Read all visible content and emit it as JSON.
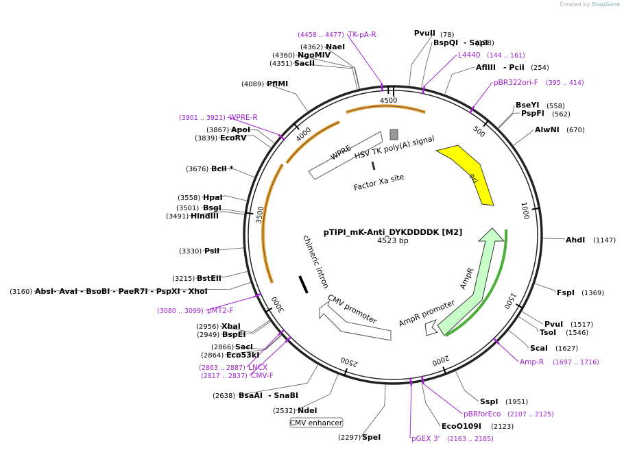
{
  "credit": {
    "created_by": "Created by",
    "brand": "SnapGene"
  },
  "plasmid": {
    "name": "pTIPI_mK-Anti_DYKDDDDK [M2]",
    "size": "4523 bp"
  },
  "ticks": [
    "500",
    "1000",
    "1500",
    "2000",
    "2500",
    "3000",
    "3500",
    "4000",
    "4500"
  ],
  "features": {
    "tk_pa": "HSV TK poly(A) signal",
    "factor_xa": "Factor Xa site",
    "ori": "ori",
    "wpre": "WPRE",
    "chimeric_intron": "chimeric intron",
    "cmv_promoter": "CMV promoter",
    "ampr_promoter": "AmpR promoter",
    "ampr": "AmpR",
    "cmv_enhancer": "CMV enhancer"
  },
  "sites": [
    {
      "name": "PvuII",
      "coord": "(78)"
    },
    {
      "name": "BspQI",
      "sep": "- SapI",
      "coord": "(138)"
    },
    {
      "name": "AflIII",
      "sep": "- PciI",
      "coord": "(254)"
    },
    {
      "name": "BseYI",
      "coord": "(558)"
    },
    {
      "name": "PspFI",
      "coord": "(562)"
    },
    {
      "name": "AlwNI",
      "coord": "(670)"
    },
    {
      "name": "AhdI",
      "coord": "(1147)"
    },
    {
      "name": "FspI",
      "coord": "(1369)"
    },
    {
      "name": "PvuI",
      "coord": "(1517)"
    },
    {
      "name": "TsoI",
      "coord": "(1546)"
    },
    {
      "name": "ScaI",
      "coord": "(1627)"
    },
    {
      "name": "SspI",
      "coord": "(1951)"
    },
    {
      "name": "EcoO109I",
      "coord": "(2123)"
    },
    {
      "name": "SpeI",
      "coord": "(2297)"
    },
    {
      "name": "NdeI",
      "coord": "(2532)"
    },
    {
      "name": "BsaAI",
      "sep": "- SnaBI",
      "coord": "(2638)"
    },
    {
      "name": "Eco53kI",
      "coord": "(2864)"
    },
    {
      "name": "SacI",
      "coord": "(2866)"
    },
    {
      "name": "BspEI",
      "coord": "(2949)"
    },
    {
      "name": "XbaI",
      "coord": "(2956)"
    },
    {
      "name": "AbsI",
      "sep": "- AvaI - BsoBI - PaeR7I - PspXI - XhoI",
      "coord": "(3160)"
    },
    {
      "name": "BstEII",
      "coord": "(3215)"
    },
    {
      "name": "PsiI",
      "coord": "(3330)"
    },
    {
      "name": "HindIII",
      "coord": "(3491)"
    },
    {
      "name": "BsgI",
      "coord": "(3501)"
    },
    {
      "name": "HpaI",
      "coord": "(3558)"
    },
    {
      "name": "BclI *",
      "coord": "(3676)"
    },
    {
      "name": "EcoRV",
      "coord": "(3839)"
    },
    {
      "name": "ApoI",
      "coord": "(3867)"
    },
    {
      "name": "PflMI",
      "coord": "(4089)"
    },
    {
      "name": "SacII",
      "coord": "(4351)"
    },
    {
      "name": "NgoMIV",
      "coord": "(4360)"
    },
    {
      "name": "NaeI",
      "coord": "(4362)"
    }
  ],
  "primers": [
    {
      "name": "TK-pA-R",
      "coord": "(4458 .. 4477)"
    },
    {
      "name": "L4440",
      "coord": "(144 .. 161)"
    },
    {
      "name": "pBR322ori-F",
      "coord": "(395 .. 414)"
    },
    {
      "name": "Amp-R",
      "coord": "(1697 .. 1716)"
    },
    {
      "name": "pBRforEco",
      "coord": "(2107 .. 2125)"
    },
    {
      "name": "pGEX 3'",
      "coord": "(2163 .. 2185)"
    },
    {
      "name": "CMV-F",
      "coord": "(2817 .. 2837)"
    },
    {
      "name": "LNCX",
      "coord": "(2863 .. 2887)"
    },
    {
      "name": "pMT2-F",
      "coord": "(3080 .. 3099)"
    },
    {
      "name": "WPRE-R",
      "coord": "(3901 .. 3921)"
    }
  ]
}
